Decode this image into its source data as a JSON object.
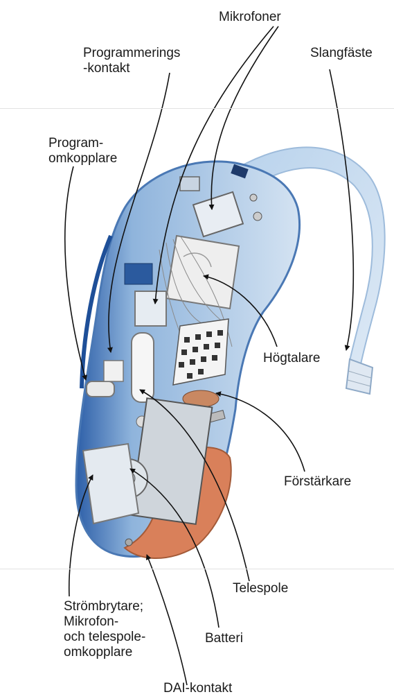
{
  "labels": {
    "mikrofoner": "Mikrofoner",
    "programmerings_1": "Programmerings",
    "programmerings_2": "-kontakt",
    "slangfaste": "Slangfäste",
    "program_1": "Program-",
    "program_2": "omkopplare",
    "hogtalare": "Högtalare",
    "forstarkare": "Förstärkare",
    "telespole": "Telespole",
    "strombrytare_1": "Strömbrytare;",
    "strombrytare_2": "Mikrofon-",
    "strombrytare_3": "och telespole-",
    "strombrytare_4": "omkopplare",
    "batteri": "Batteri",
    "dai": "DAI-kontakt"
  },
  "colors": {
    "shell_light": "#cfe0f1",
    "shell_mid": "#9fc0e2",
    "shell_dark": "#2d5fa8",
    "copper": "#d9805a",
    "gray": "#c9c9c9",
    "leader": "#111111"
  }
}
